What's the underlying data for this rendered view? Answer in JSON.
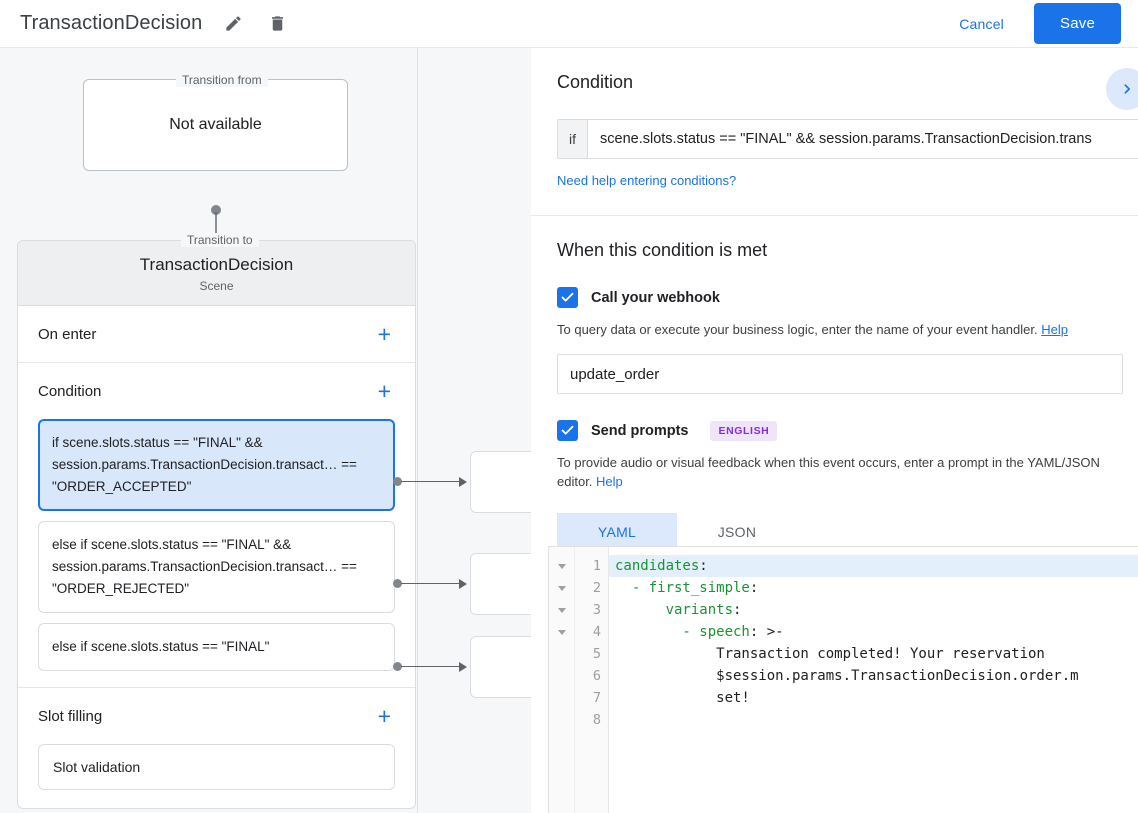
{
  "header": {
    "title": "TransactionDecision",
    "edit_icon": "pencil-icon",
    "delete_icon": "trash-icon",
    "cancel_label": "Cancel",
    "save_label": "Save",
    "accent_color": "#1a73e8"
  },
  "canvas": {
    "transition_from": {
      "legend": "Transition from",
      "value": "Not available"
    },
    "transition_to": {
      "legend": "Transition to",
      "title": "TransactionDecision",
      "subtitle": "Scene"
    },
    "sections": [
      {
        "title": "On enter",
        "add_label": "+"
      },
      {
        "title": "Condition",
        "add_label": "+"
      },
      {
        "title": "Slot filling",
        "add_label": "+"
      }
    ],
    "conditions": [
      {
        "text": "if scene.slots.status == \"FINAL\" && session.params.TransactionDecision.transact… == \"ORDER_ACCEPTED\"",
        "selected": true
      },
      {
        "text": "else if scene.slots.status == \"FINAL\" && session.params.TransactionDecision.transact… == \"ORDER_REJECTED\"",
        "selected": false
      },
      {
        "text": "else if scene.slots.status == \"FINAL\"",
        "selected": false
      }
    ],
    "slot_filling_items": [
      {
        "text": "Slot validation"
      }
    ]
  },
  "panel": {
    "condition_heading": "Condition",
    "expand_icon": "chevron-right-icon",
    "if_prefix": "if",
    "condition_value": "scene.slots.status == \"FINAL\" && session.params.TransactionDecision.trans",
    "help_conditions_link": "Need help entering conditions?",
    "when_met_heading": "When this condition is met",
    "webhook": {
      "label": "Call your webhook",
      "checked": true,
      "hint_text": "To query data or execute your business logic, enter the name of your event handler.",
      "hint_link": "Help",
      "handler_value": "update_order",
      "handler_placeholder": ""
    },
    "prompts": {
      "label": "Send prompts",
      "checked": true,
      "badge": "ENGLISH",
      "badge_bg": "#f0e4fb",
      "badge_color": "#8430ce",
      "hint_text": "To provide audio or visual feedback when this event occurs, enter a prompt in the YAML/JSON editor.",
      "hint_link": "Help",
      "tabs": [
        {
          "label": "YAML",
          "active": true
        },
        {
          "label": "JSON",
          "active": false
        }
      ]
    },
    "editor": {
      "line_numbers": [
        "1",
        "2",
        "3",
        "4",
        "5",
        "6",
        "7",
        "8"
      ],
      "fold_lines": [
        1,
        2,
        3,
        4
      ],
      "highlight_line": 1,
      "lines": [
        {
          "key": "candidates",
          "punct": ":",
          "rest": "",
          "indent": 0
        },
        {
          "key": "  - first_simple",
          "punct": ":",
          "rest": "",
          "indent": 0
        },
        {
          "key": "      variants",
          "punct": ":",
          "rest": "",
          "indent": 0
        },
        {
          "key": "        - speech",
          "punct": ": >-",
          "rest": "",
          "indent": 0
        },
        {
          "key": "",
          "punct": "",
          "rest": "            Transaction completed! Your reservation",
          "indent": 0
        },
        {
          "key": "",
          "punct": "",
          "rest": "            $session.params.TransactionDecision.order.m",
          "indent": 0
        },
        {
          "key": "",
          "punct": "",
          "rest": "            set!",
          "indent": 0
        },
        {
          "key": "",
          "punct": "",
          "rest": "",
          "indent": 0
        }
      ],
      "key_color": "#1a9431"
    }
  }
}
